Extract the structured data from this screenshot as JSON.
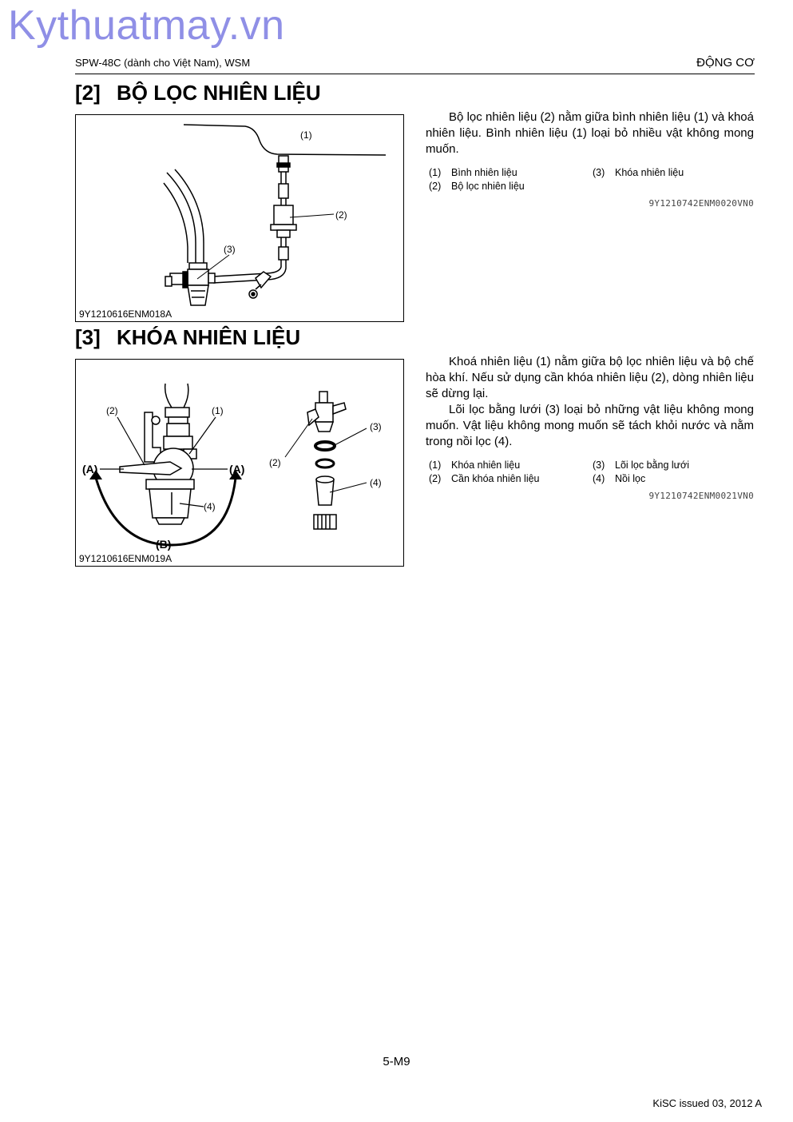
{
  "watermark": "Kythuatmay.vn",
  "header": {
    "left": "SPW-48C (dành cho Việt Nam), WSM",
    "right": "ĐỘNG CƠ"
  },
  "section2": {
    "num": "[2]",
    "title": "BỘ LỌC NHIÊN LIỆU",
    "figure_code": "9Y1210616ENM018A",
    "figure_labels": [
      "(1)",
      "(2)",
      "(3)"
    ],
    "paragraphs": [
      "Bộ lọc nhiên liệu (2) nằm giữa bình nhiên liệu (1) và khoá nhiên liệu. Bình nhiên liệu (1) loại bỏ nhiều vật không mong muốn."
    ],
    "legend": [
      {
        "num": "(1)",
        "text": "Bình nhiên liệu"
      },
      {
        "num": "(2)",
        "text": "Bộ lọc nhiên liệu"
      },
      {
        "num": "(3)",
        "text": "Khóa nhiên liệu"
      }
    ],
    "ref_code": "9Y1210742ENM0020VN0"
  },
  "section3": {
    "num": "[3]",
    "title": "KHÓA NHIÊN LIỆU",
    "figure_code": "9Y1210616ENM019A",
    "figure_labels": [
      "(2)",
      "(1)",
      "(A)",
      "(A)",
      "(4)",
      "(B)",
      "(3)",
      "(2)",
      "(4)"
    ],
    "paragraphs": [
      "Khoá nhiên liệu (1) nằm giữa bộ lọc nhiên liệu và bộ chế hòa khí. Nếu sử dụng cần khóa nhiên liệu (2), dòng nhiên liệu sẽ dừng lại.",
      "Lõi lọc bằng lưới (3) loại bỏ những vật liệu không mong muốn. Vật liệu không mong muốn sẽ tách khỏi nước và nằm trong nồi lọc (4)."
    ],
    "legend": [
      {
        "num": "(1)",
        "text": "Khóa nhiên liệu"
      },
      {
        "num": "(2)",
        "text": "Cần khóa nhiên liệu"
      },
      {
        "num": "(3)",
        "text": "Lõi lọc bằng lưới"
      },
      {
        "num": "(4)",
        "text": "Nồi lọc"
      }
    ],
    "ref_code": "9Y1210742ENM0021VN0"
  },
  "page_number": "5-M9",
  "footer": "KiSC issued 03, 2012 A"
}
